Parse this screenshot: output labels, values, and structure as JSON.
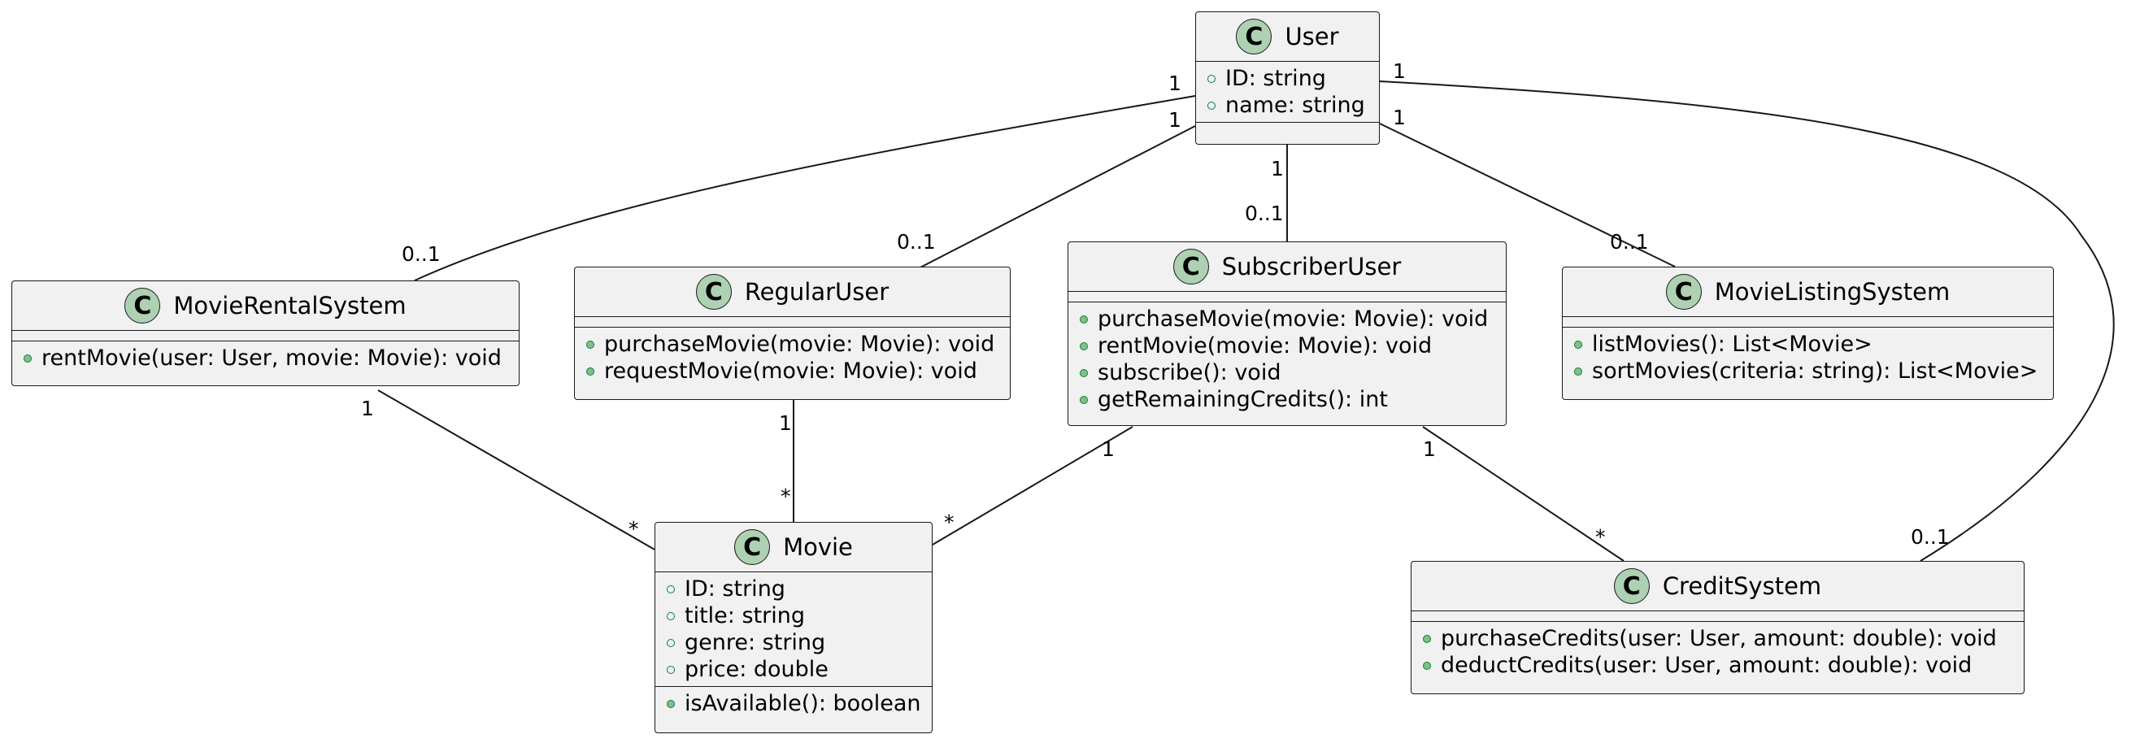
{
  "badge_letter": "C",
  "colors": {
    "class_fill": "#f1f1f1",
    "badge_fill": "#add1b2",
    "line": "#181818",
    "visibility": "#84be84"
  },
  "classes": {
    "user": {
      "name": "User",
      "fields": [
        "ID: string",
        "name: string"
      ],
      "methods": []
    },
    "movie_rental_system": {
      "name": "MovieRentalSystem",
      "fields": [],
      "methods": [
        "rentMovie(user: User, movie: Movie): void"
      ]
    },
    "regular_user": {
      "name": "RegularUser",
      "fields": [],
      "methods": [
        "purchaseMovie(movie: Movie): void",
        "requestMovie(movie: Movie): void"
      ]
    },
    "subscriber_user": {
      "name": "SubscriberUser",
      "fields": [],
      "methods": [
        "purchaseMovie(movie: Movie): void",
        "rentMovie(movie: Movie): void",
        "subscribe(): void",
        "getRemainingCredits(): int"
      ]
    },
    "movie_listing_system": {
      "name": "MovieListingSystem",
      "fields": [],
      "methods": [
        "listMovies(): List<Movie>",
        "sortMovies(criteria: string): List<Movie>"
      ]
    },
    "movie": {
      "name": "Movie",
      "fields": [
        "ID: string",
        "title: string",
        "genre: string",
        "price: double"
      ],
      "methods": [
        "isAvailable(): boolean"
      ]
    },
    "credit_system": {
      "name": "CreditSystem",
      "fields": [],
      "methods": [
        "purchaseCredits(user: User, amount: double): void",
        "deductCredits(user: User, amount: double): void"
      ]
    }
  },
  "associations": [
    {
      "from": "User",
      "to": "MovieRentalSystem",
      "from_mult": "1",
      "to_mult": "0..1"
    },
    {
      "from": "User",
      "to": "RegularUser",
      "from_mult": "1",
      "to_mult": "0..1"
    },
    {
      "from": "User",
      "to": "SubscriberUser",
      "from_mult": "1",
      "to_mult": "0..1"
    },
    {
      "from": "User",
      "to": "MovieListingSystem",
      "from_mult": "1",
      "to_mult": "0..1"
    },
    {
      "from": "User",
      "to": "CreditSystem",
      "from_mult": "1",
      "to_mult": "0..1"
    },
    {
      "from": "MovieRentalSystem",
      "to": "Movie",
      "from_mult": "1",
      "to_mult": "*"
    },
    {
      "from": "RegularUser",
      "to": "Movie",
      "from_mult": "1",
      "to_mult": "*"
    },
    {
      "from": "SubscriberUser",
      "to": "Movie",
      "from_mult": "1",
      "to_mult": "*"
    },
    {
      "from": "SubscriberUser",
      "to": "CreditSystem",
      "from_mult": "1",
      "to_mult": "*"
    }
  ]
}
